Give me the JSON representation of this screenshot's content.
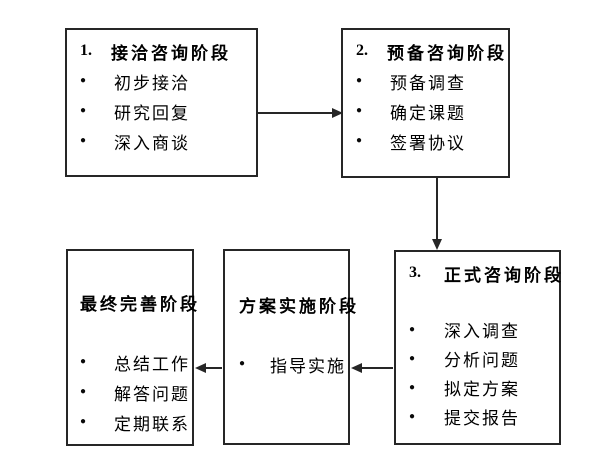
{
  "diagram": {
    "bullet_glyph": "●",
    "colors": {
      "border": "#262626",
      "text": "#000000",
      "background": "#ffffff",
      "arrow": "#262626"
    },
    "boxes": [
      {
        "number": "1.",
        "title": "接洽咨询阶段",
        "items": [
          "初步接洽",
          "研究回复",
          "深入商谈"
        ]
      },
      {
        "number": "2.",
        "title": "预备咨询阶段",
        "items": [
          "预备调查",
          "确定课题",
          "签署协议"
        ]
      },
      {
        "number": "3.",
        "title": "正式咨询阶段",
        "items": [
          "深入调查",
          "分析问题",
          "拟定方案",
          "提交报告"
        ]
      },
      {
        "number": "",
        "title": "方案实施阶段",
        "items": [
          "指导实施"
        ]
      },
      {
        "number": "",
        "title": "最终完善阶段",
        "items": [
          "总结工作",
          "解答问题",
          "定期联系"
        ]
      }
    ],
    "connections": [
      {
        "from": "接洽咨询阶段",
        "to": "预备咨询阶段",
        "direction": "right"
      },
      {
        "from": "预备咨询阶段",
        "to": "正式咨询阶段",
        "direction": "down"
      },
      {
        "from": "正式咨询阶段",
        "to": "方案实施阶段",
        "direction": "left"
      },
      {
        "from": "方案实施阶段",
        "to": "最终完善阶段",
        "direction": "left"
      }
    ]
  }
}
